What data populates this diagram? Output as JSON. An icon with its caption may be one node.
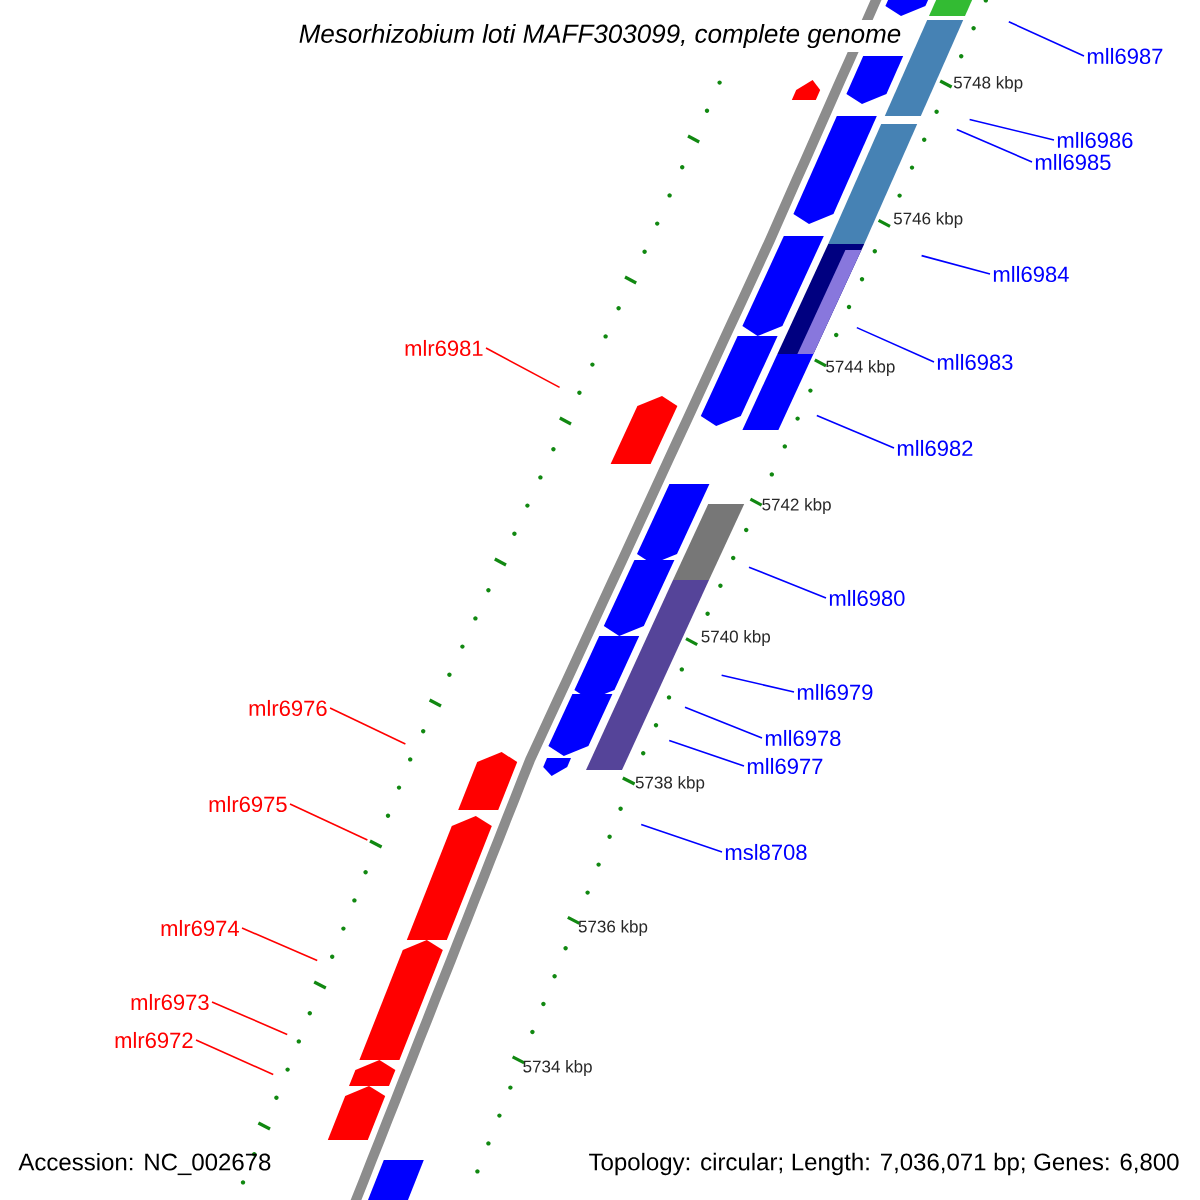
{
  "diagram": {
    "title": "Mesorhizobium loti MAFF303099, complete genome",
    "nodes": [
      {
        "text": [
          "mll6987"
        ]
      },
      {
        "text": [
          "mll6986"
        ]
      },
      {
        "text": [
          "mll6985"
        ]
      },
      {
        "text": [
          "mll6984"
        ]
      },
      {
        "text": [
          "mlr6981"
        ]
      },
      {
        "text": [
          "mll6983"
        ]
      },
      {
        "text": [
          "mll6982"
        ]
      },
      {
        "text": [
          "mll6980"
        ]
      },
      {
        "text": [
          "mll6979"
        ]
      },
      {
        "text": [
          "mll6978"
        ]
      },
      {
        "text": [
          "mlr6976"
        ]
      },
      {
        "text": [
          "mll6977"
        ]
      },
      {
        "text": [
          "mlr6975"
        ]
      },
      {
        "text": [
          "msl8708"
        ]
      },
      {
        "text": [
          "mlr6974"
        ]
      },
      {
        "text": [
          "mlr6973"
        ]
      },
      {
        "text": [
          "mlr6972"
        ]
      }
    ],
    "edges": [
      {
        "from": 0,
        "to": null,
        "arrow": "none"
      },
      {
        "from": 1,
        "to": null,
        "arrow": "none"
      },
      {
        "from": 2,
        "to": null,
        "arrow": "none"
      },
      {
        "from": 3,
        "to": null,
        "arrow": "none"
      },
      {
        "from": 4,
        "to": null,
        "arrow": "none",
        "color": "#ff0000"
      },
      {
        "from": 5,
        "to": null,
        "arrow": "none"
      },
      {
        "from": 6,
        "to": null,
        "arrow": "none"
      },
      {
        "from": 7,
        "to": null,
        "arrow": "none"
      },
      {
        "from": 8,
        "to": null,
        "arrow": "none"
      },
      {
        "from": 9,
        "to": null,
        "arrow": "none"
      },
      {
        "from": 10,
        "to": null,
        "arrow": "none",
        "color": "#ff0000"
      },
      {
        "from": 11,
        "to": null,
        "arrow": "none"
      },
      {
        "from": 12,
        "to": null,
        "arrow": "none",
        "color": "#ff0000"
      },
      {
        "from": 13,
        "to": null,
        "arrow": "none"
      },
      {
        "from": 14,
        "to": null,
        "arrow": "none",
        "color": "#ff0000"
      },
      {
        "from": 15,
        "to": null,
        "arrow": "none",
        "color": "#ff0000"
      },
      {
        "from": 16,
        "to": null,
        "arrow": "none",
        "color": "#ff0000"
      }
    ],
    "labels": [
      "5748 kbp",
      "5746 kbp",
      "5744 kbp",
      "5742 kbp",
      "5740 kbp",
      "5738 kbp",
      "5736 kbp",
      "5734 kbp",
      "Accession: NC_002678",
      "Topology: circular; Length: 7,036,071 bp; Genes: 6,800"
    ]
  }
}
